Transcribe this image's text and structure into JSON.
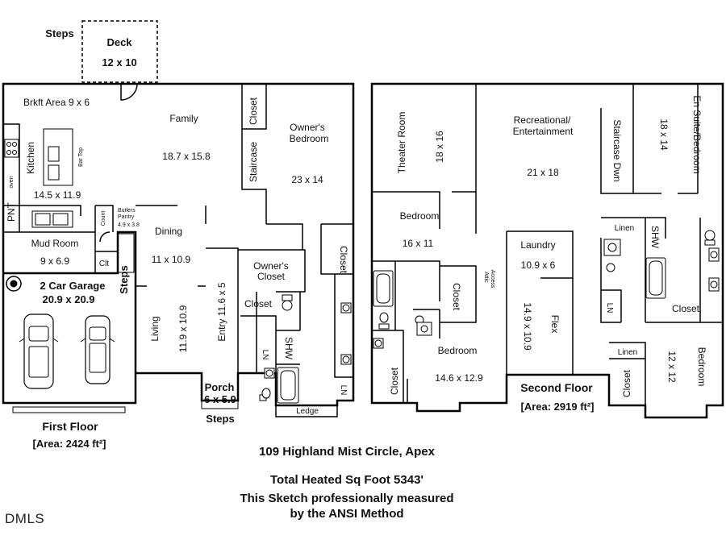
{
  "deck": {
    "name": "Deck",
    "dims": "12 x 10",
    "steps": "Steps"
  },
  "first_floor": {
    "title": "First Floor",
    "area": "[Area: 2424 ft²]",
    "rooms": {
      "brkft": "Brkft Area 9 x 6",
      "family": "Family",
      "family_dims": "18.7 x 15.8",
      "kitchen": "Kitchen",
      "kitchen_dims": "14.5 x 11.9",
      "bar_top": "Bar Top",
      "oven": "oven",
      "pnt": "PNT",
      "counter": "Count",
      "butlers": "Butlers",
      "pantry": "Pantry",
      "butlers_dims": "4.9 x 3.8",
      "dining": "Dining",
      "dining_dims": "11 x 10.9",
      "mud_room": "Mud Room",
      "mud_dims": "9 x 6.9",
      "clt": "Clt",
      "garage": "2 Car Garage",
      "garage_dims": "20.9 x 20.9",
      "garage_steps": "Steps",
      "living": "Living",
      "living_dims": "11.9 x 10.9",
      "entry": "Entry 11.6 x 5",
      "porch": "Porch",
      "porch_dims": "6 x 5.9",
      "porch_steps": "Steps",
      "closet_top": "Closet",
      "staircase": "Staircase",
      "owners_bedroom_1": "Owner's",
      "owners_bedroom_2": "Bedroom",
      "owners_bedroom_dims": "23 x 14",
      "owners_closet_1": "Owner's",
      "owners_closet_2": "Closet",
      "closet_mid": "Closet",
      "closet_right": "Closet",
      "ln": "LN",
      "shw": "SHW",
      "ln_right": "LN",
      "ledge": "Ledge"
    }
  },
  "second_floor": {
    "title": "Second Floor",
    "area": "[Area: 2919 ft²]",
    "rooms": {
      "theater": "Theater Room",
      "theater_dims": "18 x 16",
      "rec_1": "Recreational/",
      "rec_2": "Entertainment",
      "rec_dims": "21 x 18",
      "staircase_dwn": "Staircase Dwn",
      "ensuite_dims": "18 x 14",
      "ensuite": "En Suite/Bedroom",
      "bedroom_a": "Bedroom",
      "bedroom_a_dims": "16 x 11",
      "laundry": "Laundry",
      "laundry_dims": "10.9 x 6",
      "attic_1": "Attic",
      "attic_2": "Access",
      "closet_a": "Closet",
      "flex": "Flex",
      "flex_dims": "14.9 x 10.9",
      "bedroom_b": "Bedroom",
      "bedroom_b_dims": "14.6 x 12.9",
      "closet_b": "Closet",
      "linen_top": "Linen",
      "shw": "SHW",
      "ln": "LN",
      "closet_c": "Closet",
      "linen_bottom": "Linen",
      "bedroom_c": "Bedroom",
      "bedroom_c_dims": "12 x 12",
      "closet_d": "Closet"
    }
  },
  "address": "109 Highland Mist Circle, Apex",
  "total_sqft": "Total Heated Sq Foot 5343'",
  "note_line1": "This Sketch professionally measured",
  "note_line2": "by the ANSI Method",
  "logo": "DMLS"
}
